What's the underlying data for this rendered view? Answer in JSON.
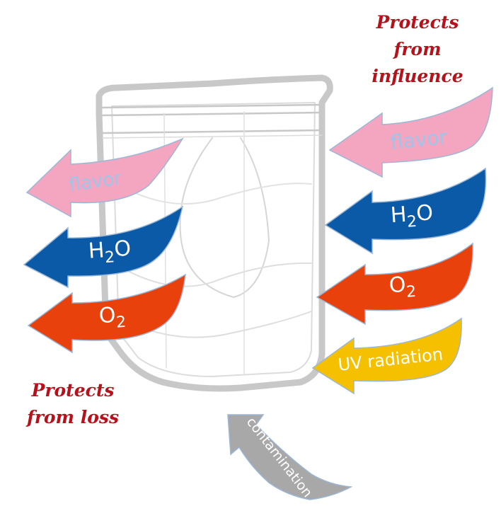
{
  "headings": {
    "influence_line1": "Protects",
    "influence_line2": "from",
    "influence_line3": "influence",
    "loss_line1": "Protects",
    "loss_line2": "from loss"
  },
  "outgoing": {
    "flavor": "flavor",
    "h2o_main": "H",
    "h2o_sub": "2",
    "h2o_tail": "O",
    "o2_main": "O",
    "o2_sub": "2"
  },
  "incoming": {
    "flavor": "flavor",
    "h2o_main": "H",
    "h2o_sub": "2",
    "h2o_tail": "O",
    "o2_main": "O",
    "o2_sub": "2",
    "uv": "UV radiation",
    "contamination": "contamination"
  },
  "colors": {
    "flavor": "#f4a6c0",
    "water": "#0b5aa8",
    "oxygen": "#e8410c",
    "uv": "#f5c000",
    "contamination": "#a8a8a8",
    "heading": "#b5121b",
    "pouch_outline": "#c8c8c8"
  }
}
